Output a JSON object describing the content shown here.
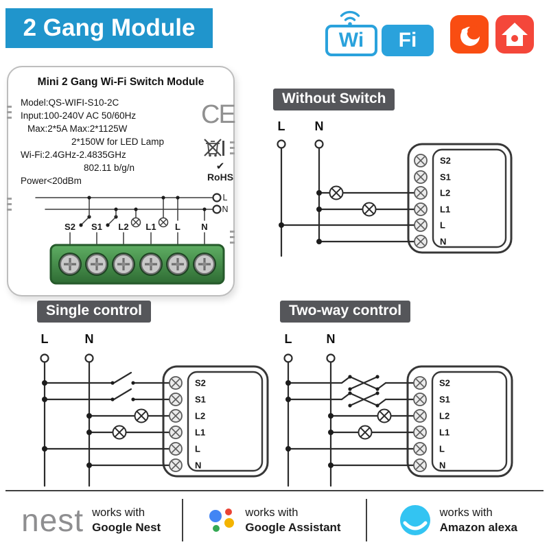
{
  "banner": {
    "title": "2 Gang Module"
  },
  "logos": {
    "wifi": {
      "part1": "Wi",
      "part2": "Fi"
    },
    "tuya_icon": "tuya-logo",
    "smart_life_icon": "smart-life-logo"
  },
  "product": {
    "title": "Mini 2 Gang Wi-Fi Switch Module",
    "specs": [
      "Model:QS-WIFI-S10-2C",
      "Input:100-240V AC  50/60Hz",
      "Max:2*5A   Max:2*1125W",
      "2*150W for LED Lamp",
      "Wi-Fi:2.4GHz-2.4835GHz",
      "802.11 b/g/n",
      "Power<20dBm"
    ],
    "ce_mark": "CE",
    "rohs_check": "✔",
    "rohs": "RoHS"
  },
  "terminals": [
    "S2",
    "S1",
    "L2",
    "L1",
    "L",
    "N"
  ],
  "wires": {
    "live": "L",
    "neutral": "N"
  },
  "sections": {
    "without_switch": "Without Switch",
    "single_control": "Single control",
    "two_way_control": "Two-way control"
  },
  "footer": {
    "nest": {
      "logo_text": "nest",
      "works_with": "works with",
      "name": "Google Nest"
    },
    "google_assistant": {
      "works_with": "works with",
      "name": "Google Assistant"
    },
    "alexa": {
      "works_with": "works with",
      "name": "Amazon alexa"
    }
  },
  "colors": {
    "banner_blue": "#2095cc",
    "wifi_blue": "#2aa2dc",
    "tuya_orange": "#f94d12",
    "smart_life_red": "#f4473a",
    "terminal_block_green": "#3f8c44",
    "section_badge_gray": "#55565a",
    "alexa_cyan": "#33c4f2",
    "google_blue": "#4285F4",
    "google_red": "#EA4335",
    "google_yellow": "#F4B400",
    "google_green": "#34A853"
  }
}
